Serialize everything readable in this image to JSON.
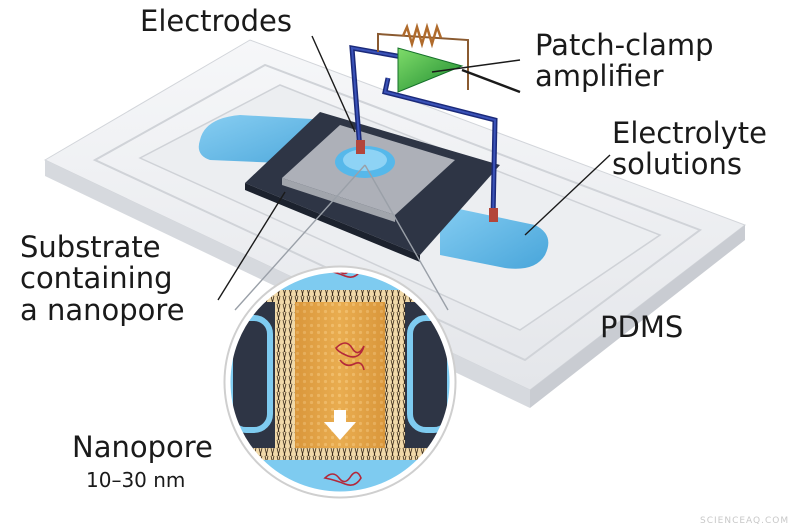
{
  "labels": {
    "electrodes": "Electrodes",
    "amplifier": [
      "Patch-clamp",
      "amplifier"
    ],
    "electrolyte": [
      "Electrolyte",
      "solutions"
    ],
    "substrate": [
      "Substrate",
      "containing",
      "a nanopore"
    ],
    "pdms": "PDMS",
    "nanopore": "Nanopore",
    "nanopore_size": "10–30 nm"
  },
  "watermark": "SCIENCEAQ.COM",
  "colors": {
    "pdms": "#e9ebee",
    "electrolyte": "#56b8ea",
    "substrate": "#2e3545",
    "wire": "#1b2a7a",
    "amplifier": "#1f9e3a",
    "lipid_bilayer": "#d49a3a",
    "pore_channel": "#e4a545"
  },
  "icons": [
    "protein-molecule-icon",
    "down-arrow-icon",
    "resistor-icon",
    "amplifier-triangle-icon"
  ]
}
